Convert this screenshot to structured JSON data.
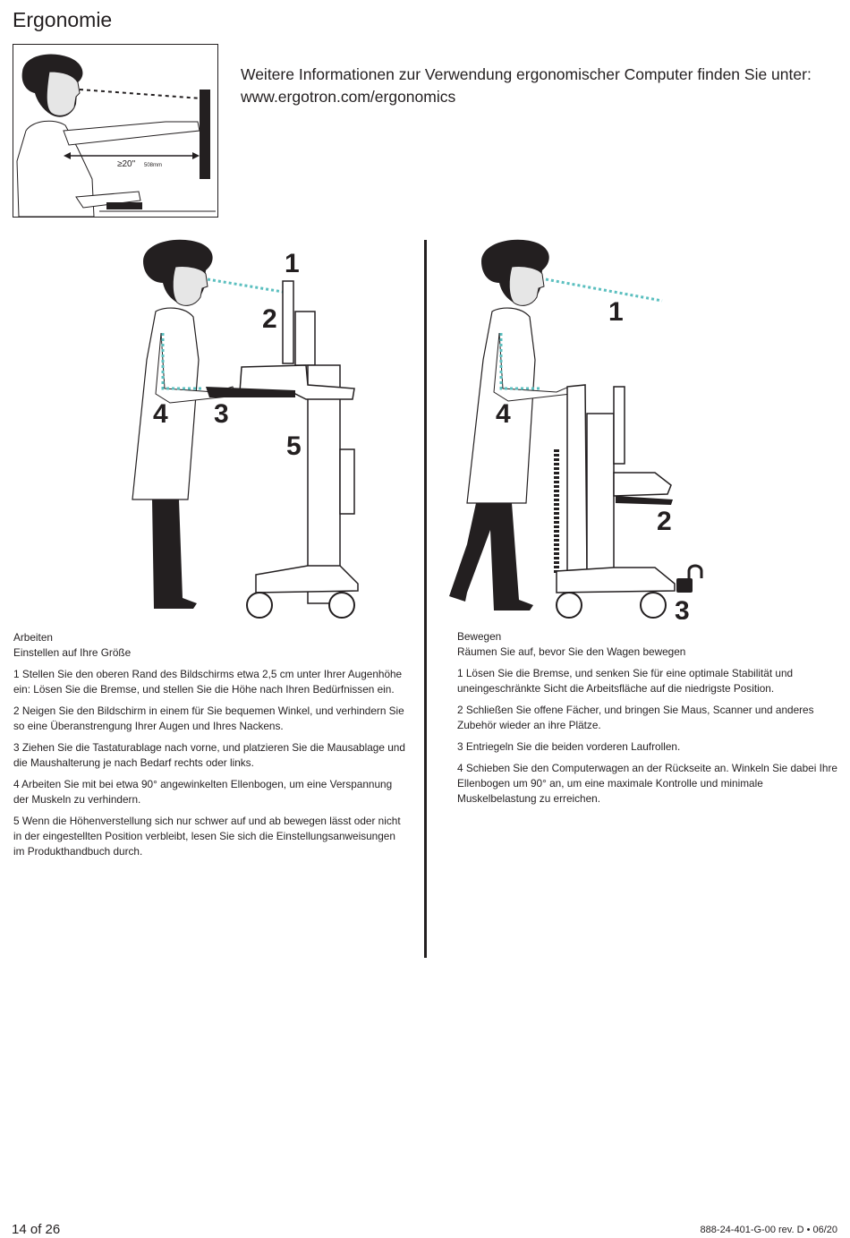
{
  "page": {
    "title": "Ergonomie",
    "intro": "Weitere Informationen zur Verwendung ergonomischer Computer finden Sie unter: www.ergotron.com/ergonomics"
  },
  "figure_intro": {
    "distance_label": "≥20\"",
    "distance_metric": "508mm"
  },
  "figure_left": {
    "callouts": [
      "1",
      "2",
      "3",
      "4",
      "5"
    ]
  },
  "figure_right": {
    "callouts": [
      "1",
      "2",
      "3",
      "4"
    ]
  },
  "left_column": {
    "heading": "Arbeiten",
    "subheading": "Einstellen auf Ihre Größe",
    "steps": [
      "1 Stellen Sie den oberen Rand des Bildschirms etwa 2,5 cm unter Ihrer Augenhöhe ein: Lösen Sie die Bremse, und stellen Sie die Höhe nach Ihren Bedürfnissen ein.",
      "2 Neigen Sie den Bildschirm in einem für Sie bequemen Winkel, und verhindern Sie so eine Überanstrengung Ihrer Augen und Ihres Nackens.",
      "3 Ziehen Sie die Tastaturablage nach vorne, und platzieren Sie die Mausablage und die Maushalterung je nach Bedarf rechts oder links.",
      "4  Arbeiten Sie mit bei etwa 90° angewinkelten Ellenbogen, um eine Verspannung der Muskeln zu verhindern.",
      "5 Wenn die Höhenverstellung sich nur schwer auf und ab bewegen lässt oder nicht in der eingestellten Position verbleibt, lesen Sie sich die Einstellungsanweisungen im Produkthandbuch durch."
    ]
  },
  "right_column": {
    "heading": "Bewegen",
    "subheading": "Räumen Sie auf, bevor Sie den Wagen bewegen",
    "steps": [
      "1 Lösen Sie die Bremse, und senken Sie für eine optimale Stabilität und uneingeschränkte Sicht die Arbeitsfläche auf die niedrigste Position.",
      "2 Schließen Sie offene Fächer, und bringen Sie Maus, Scanner und anderes Zubehör wieder an ihre Plätze.",
      "3 Entriegeln Sie die beiden vorderen Laufrollen.",
      "4 Schieben Sie den Computerwagen an der Rückseite an. Winkeln Sie dabei Ihre Ellenbogen um 90° an, um eine maximale Kontrolle und minimale Muskelbelastung zu erreichen."
    ]
  },
  "footer": {
    "page": "14 of 26",
    "doc_id": "888-24-401-G-00 rev. D • 06/20"
  },
  "colors": {
    "text": "#231f20",
    "accent_dotted": "#5bbfbf"
  },
  "icons": [
    "unlock-icon"
  ]
}
